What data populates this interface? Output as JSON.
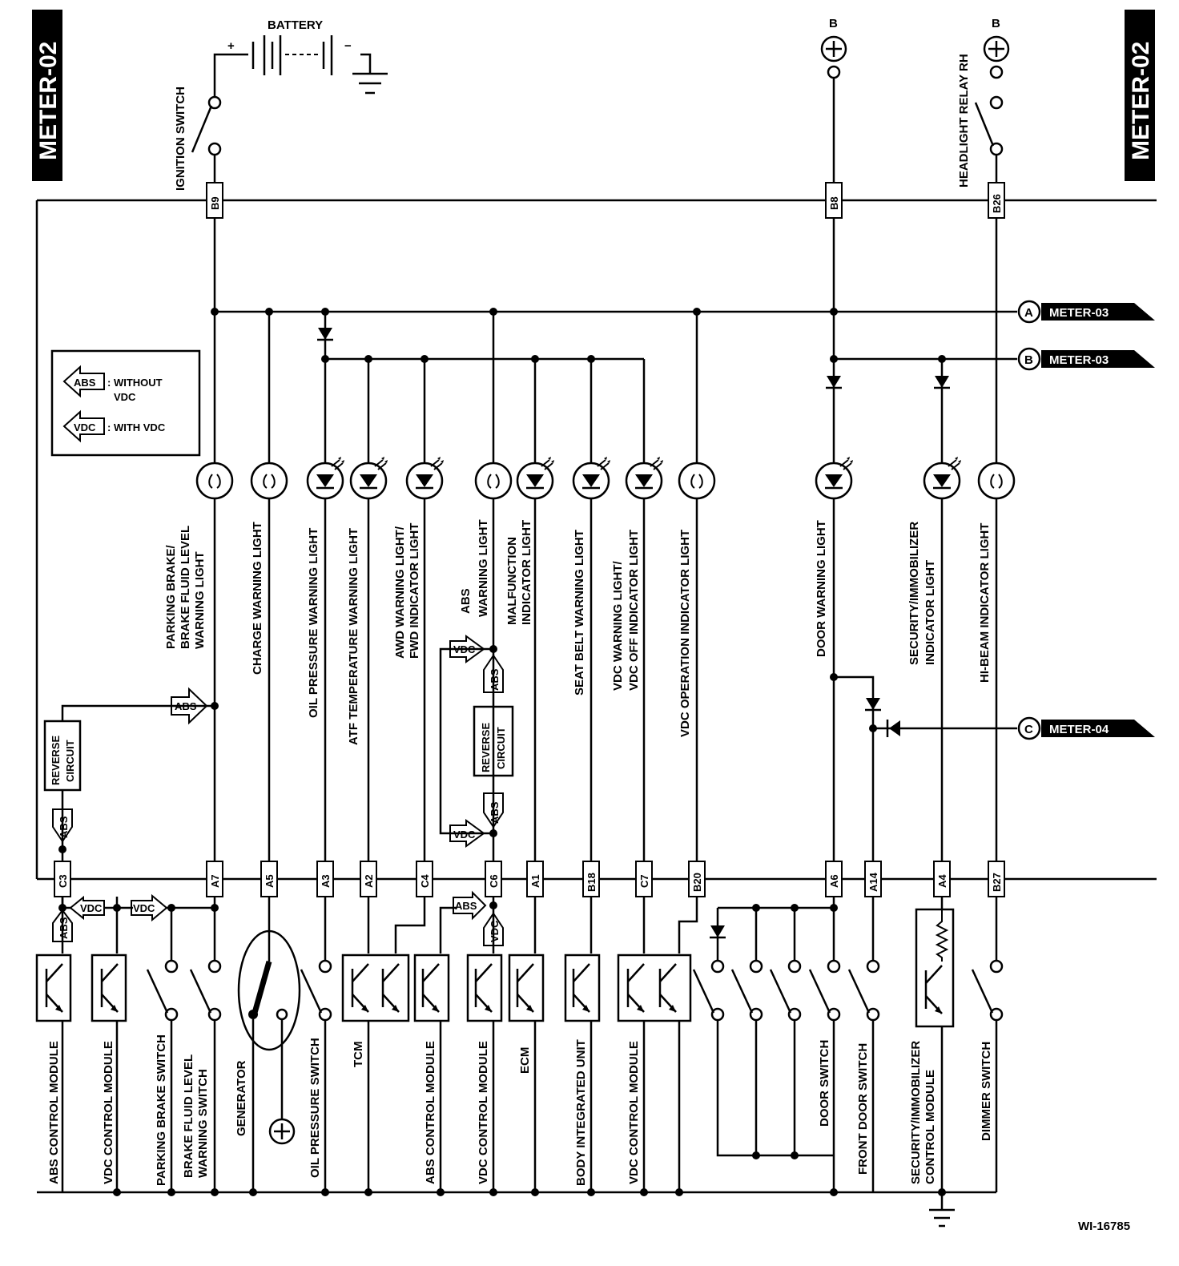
{
  "sheet": {
    "left_tag": "METER-02",
    "right_tag": "METER-02",
    "figure_id": "WI-16785"
  },
  "power": {
    "battery": "BATTERY",
    "ignition": "IGNITION SWITCH",
    "b_terminal": "B",
    "headlight_relay": "HEADLIGHT RELAY RH"
  },
  "connectors_top": {
    "b9": "B9",
    "b8": "B8",
    "b26": "B26"
  },
  "connectors_bottom": {
    "c3": "C3",
    "a7": "A7",
    "a5": "A5",
    "a3": "A3",
    "a2": "A2",
    "c4": "C4",
    "c6": "C6",
    "a1": "A1",
    "b18": "B18",
    "c7": "C7",
    "b20": "B20",
    "a6": "A6",
    "a14": "A14",
    "a4": "A4",
    "b27": "B27"
  },
  "refs": [
    {
      "letter": "A",
      "label": "METER-03"
    },
    {
      "letter": "B",
      "label": "METER-03"
    },
    {
      "letter": "C",
      "label": "METER-04"
    }
  ],
  "legend": {
    "abs_tag": "ABS",
    "abs_text_1": ": WITHOUT",
    "abs_text_2": "VDC",
    "vdc_tag": "VDC",
    "vdc_text": ": WITH VDC"
  },
  "tags": {
    "abs": "ABS",
    "vdc": "VDC"
  },
  "reverse_circuit": [
    "REVERSE",
    "CIRCUIT"
  ],
  "lights": {
    "parking": [
      "PARKING BRAKE/",
      "BRAKE FLUID LEVEL",
      "WARNING LIGHT"
    ],
    "charge": "CHARGE WARNING LIGHT",
    "oil": "OIL PRESSURE WARNING LIGHT",
    "atf": "ATF TEMPERATURE WARNING LIGHT",
    "awd": [
      "AWD WARNING LIGHT/",
      "FWD INDICATOR LIGHT"
    ],
    "abs": [
      "ABS",
      "WARNING LIGHT"
    ],
    "malfunction": [
      "MALFUNCTION",
      "INDICATOR LIGHT"
    ],
    "seatbelt": "SEAT BELT  WARNING LIGHT",
    "vdc_warn": [
      "VDC WARNING LIGHT/",
      "VDC OFF  INDICATOR LIGHT"
    ],
    "vdc_op": "VDC OPERATION INDICATOR LIGHT",
    "door": "DOOR WARNING LIGHT",
    "security": [
      "SECURITY/IMMOBILIZER",
      "INDICATOR LIGHT"
    ],
    "hibeam": "HI-BEAM INDICATOR LIGHT"
  },
  "components": {
    "abs_cm": "ABS CONTROL MODULE",
    "vdc_cm": "VDC CONTROL MODULE",
    "park_sw": "PARKING BRAKE SWITCH",
    "fluid_sw": [
      "BRAKE FLUID LEVEL",
      "WARNING SWITCH"
    ],
    "generator": "GENERATOR",
    "oil_sw": "OIL PRESSURE SWITCH",
    "tcm": "TCM",
    "abs_cm2": "ABS CONTROL MODULE",
    "vdc_cm2": "VDC CONTROL MODULE",
    "ecm": "ECM",
    "biu": "BODY INTEGRATED UNIT",
    "vdc_cm3": "VDC CONTROL MODULE",
    "door_sw": "DOOR SWITCH",
    "front_door_sw": "FRONT DOOR SWITCH",
    "sec_cm": [
      "SECURITY/IMMOBILIZER",
      "CONTROL MODULE"
    ],
    "dimmer": "DIMMER SWITCH"
  }
}
